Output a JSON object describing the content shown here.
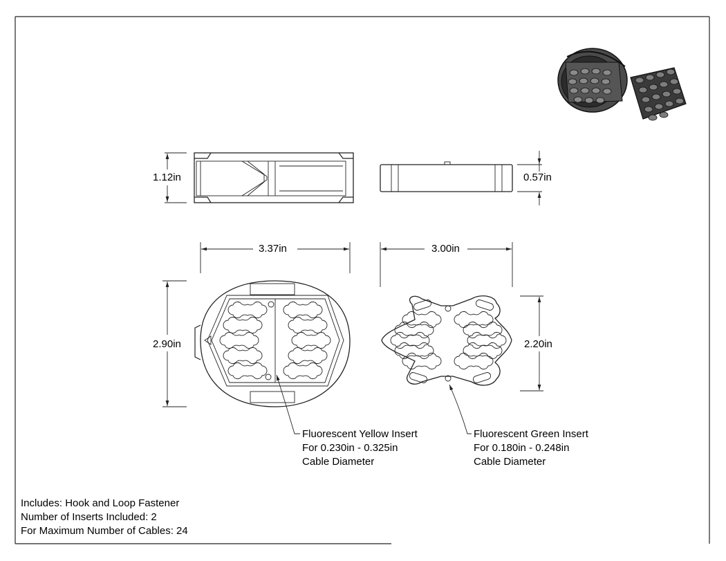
{
  "dimensions": {
    "top_view_height": "1.12in",
    "insert_side_height": "0.57in",
    "body_width": "3.37in",
    "insert_width": "3.00in",
    "body_height": "2.90in",
    "insert_height": "2.20in"
  },
  "callouts": {
    "yellow_insert": [
      "Fluorescent Yellow Insert",
      "For 0.230in - 0.325in",
      "Cable Diameter"
    ],
    "green_insert": [
      "Fluorescent Green Insert",
      "For 0.180in - 0.248in",
      "Cable Diameter"
    ]
  },
  "notes": [
    "Includes: Hook and Loop Fastener",
    "Number of Inserts Included: 2",
    "For Maximum Number of Cables: 24"
  ]
}
